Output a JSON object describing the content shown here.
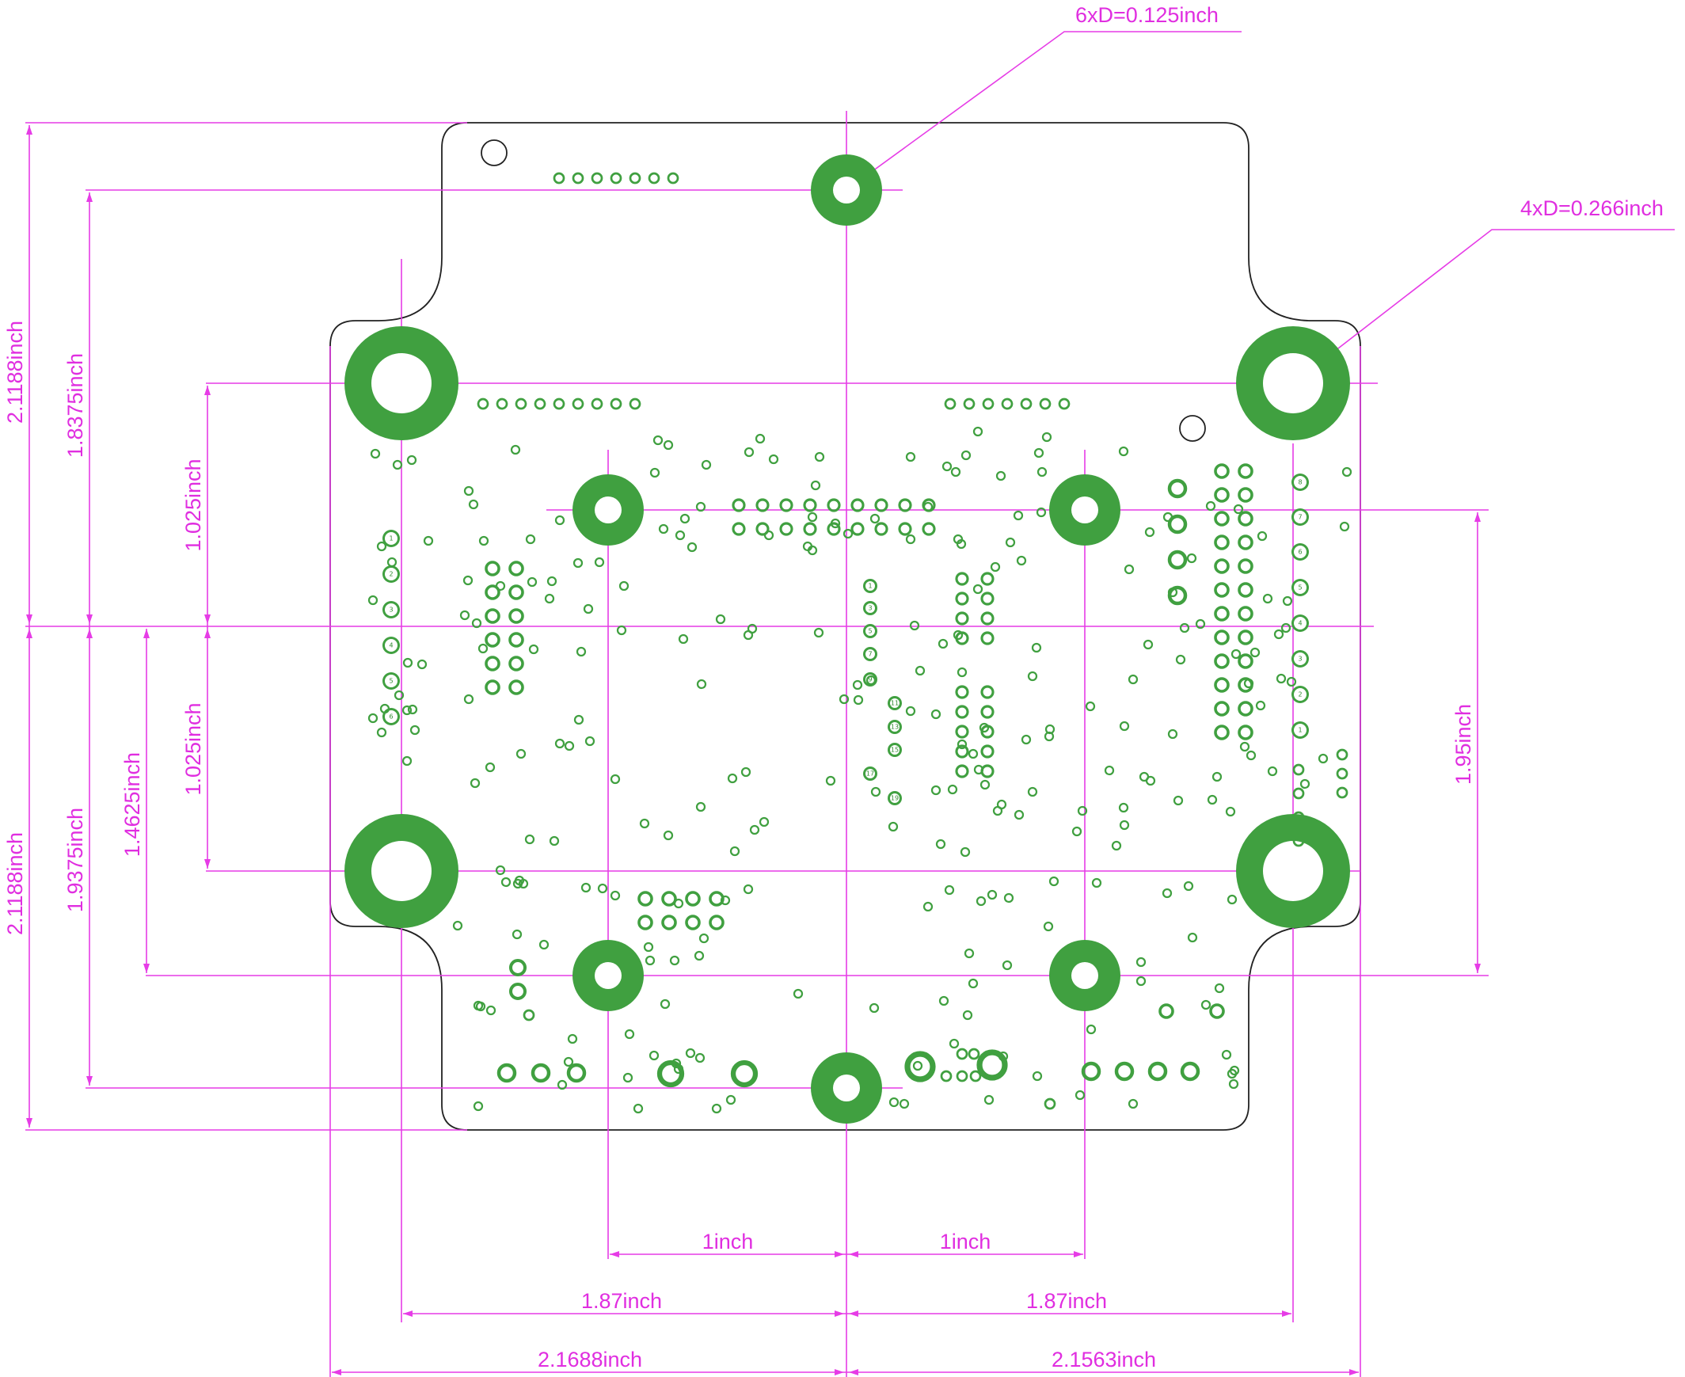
{
  "colors": {
    "copper": "#40a040",
    "dimension": "#e63ce6",
    "outline": "#222222",
    "background": "#ffffff"
  },
  "annotations": {
    "small_holes": "6xD=0.125inch",
    "large_holes": "4xD=0.266inch"
  },
  "dimensions": {
    "left_outer_top": "2.1188inch",
    "left_outer_bottom": "2.1188inch",
    "left_mid_top": "1.8375inch",
    "left_mid_bottom": "1.9375inch",
    "left_inner_top": "1.025inch",
    "left_inner_bottom": "1.025inch",
    "left_inner_lower": "1.4625inch",
    "right_span": "1.95inch",
    "bottom_inner_left": "1inch",
    "bottom_inner_right": "1inch",
    "bottom_mid_left": "1.87inch",
    "bottom_mid_right": "1.87inch",
    "bottom_outer_left": "2.1688inch",
    "bottom_outer_right": "2.1563inch"
  },
  "pad_labels": {
    "left_column": [
      "1",
      "2",
      "3",
      "4",
      "5",
      "6"
    ],
    "right_column": [
      "8",
      "7",
      "6",
      "5",
      "4",
      "3",
      "2",
      "1"
    ],
    "center_column": [
      "1",
      "3",
      "5",
      "7",
      "9",
      "11",
      "13",
      "15",
      "17",
      "19"
    ]
  }
}
